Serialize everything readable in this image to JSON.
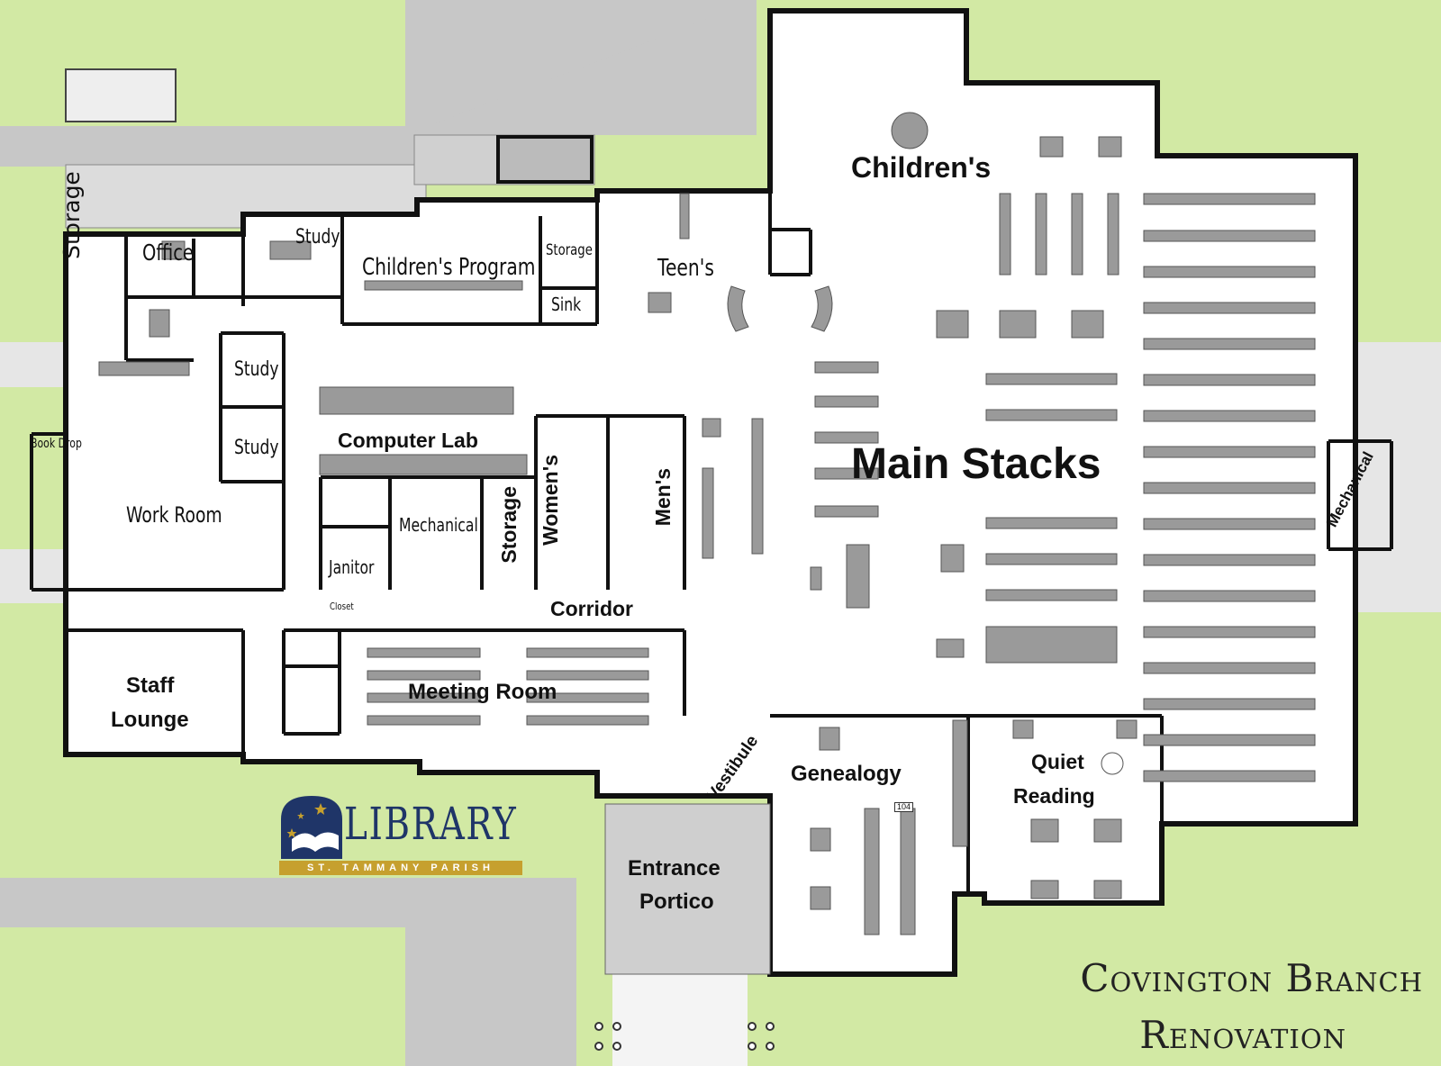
{
  "rooms": {
    "childrens": "Children's",
    "teens": "Teen's",
    "childrens_program": "Children's Program",
    "storage_program": "Storage",
    "sink": "Sink",
    "study_top": "Study",
    "office": "Office",
    "storage_left": "Storage",
    "study_mid1": "Study",
    "study_mid2": "Study",
    "book_drop": "Book Drop",
    "work_room": "Work Room",
    "computer_lab": "Computer Lab",
    "mechanical_center": "Mechanical",
    "janitor": "Janitor",
    "closet": "Closet",
    "storage_center": "Storage",
    "womens": "Women's",
    "mens": "Men's",
    "corridor": "Corridor",
    "main_stacks": "Main Stacks",
    "mechanical_right": "Mechanical",
    "staff": "Staff",
    "lounge": "Lounge",
    "meeting_room": "Meeting Room",
    "vestibule": "Vestibule",
    "genealogy": "Genealogy",
    "quiet": "Quiet",
    "reading": "Reading",
    "room_number": "104",
    "entrance": "Entrance",
    "portico": "Portico"
  },
  "logo": {
    "name": "LIBRARY",
    "subtitle": "ST. TAMMANY PARISH"
  },
  "title": {
    "line1": "Covington Branch",
    "line2": "Renovation"
  },
  "colors": {
    "lawn": "#d2e9a4",
    "walk": "#c7c7c7",
    "wall": "#111111",
    "floor": "#ffffff",
    "furniture": "#9a9a9a",
    "logo_navy": "#1f3568",
    "logo_gold": "#c6a02e"
  }
}
